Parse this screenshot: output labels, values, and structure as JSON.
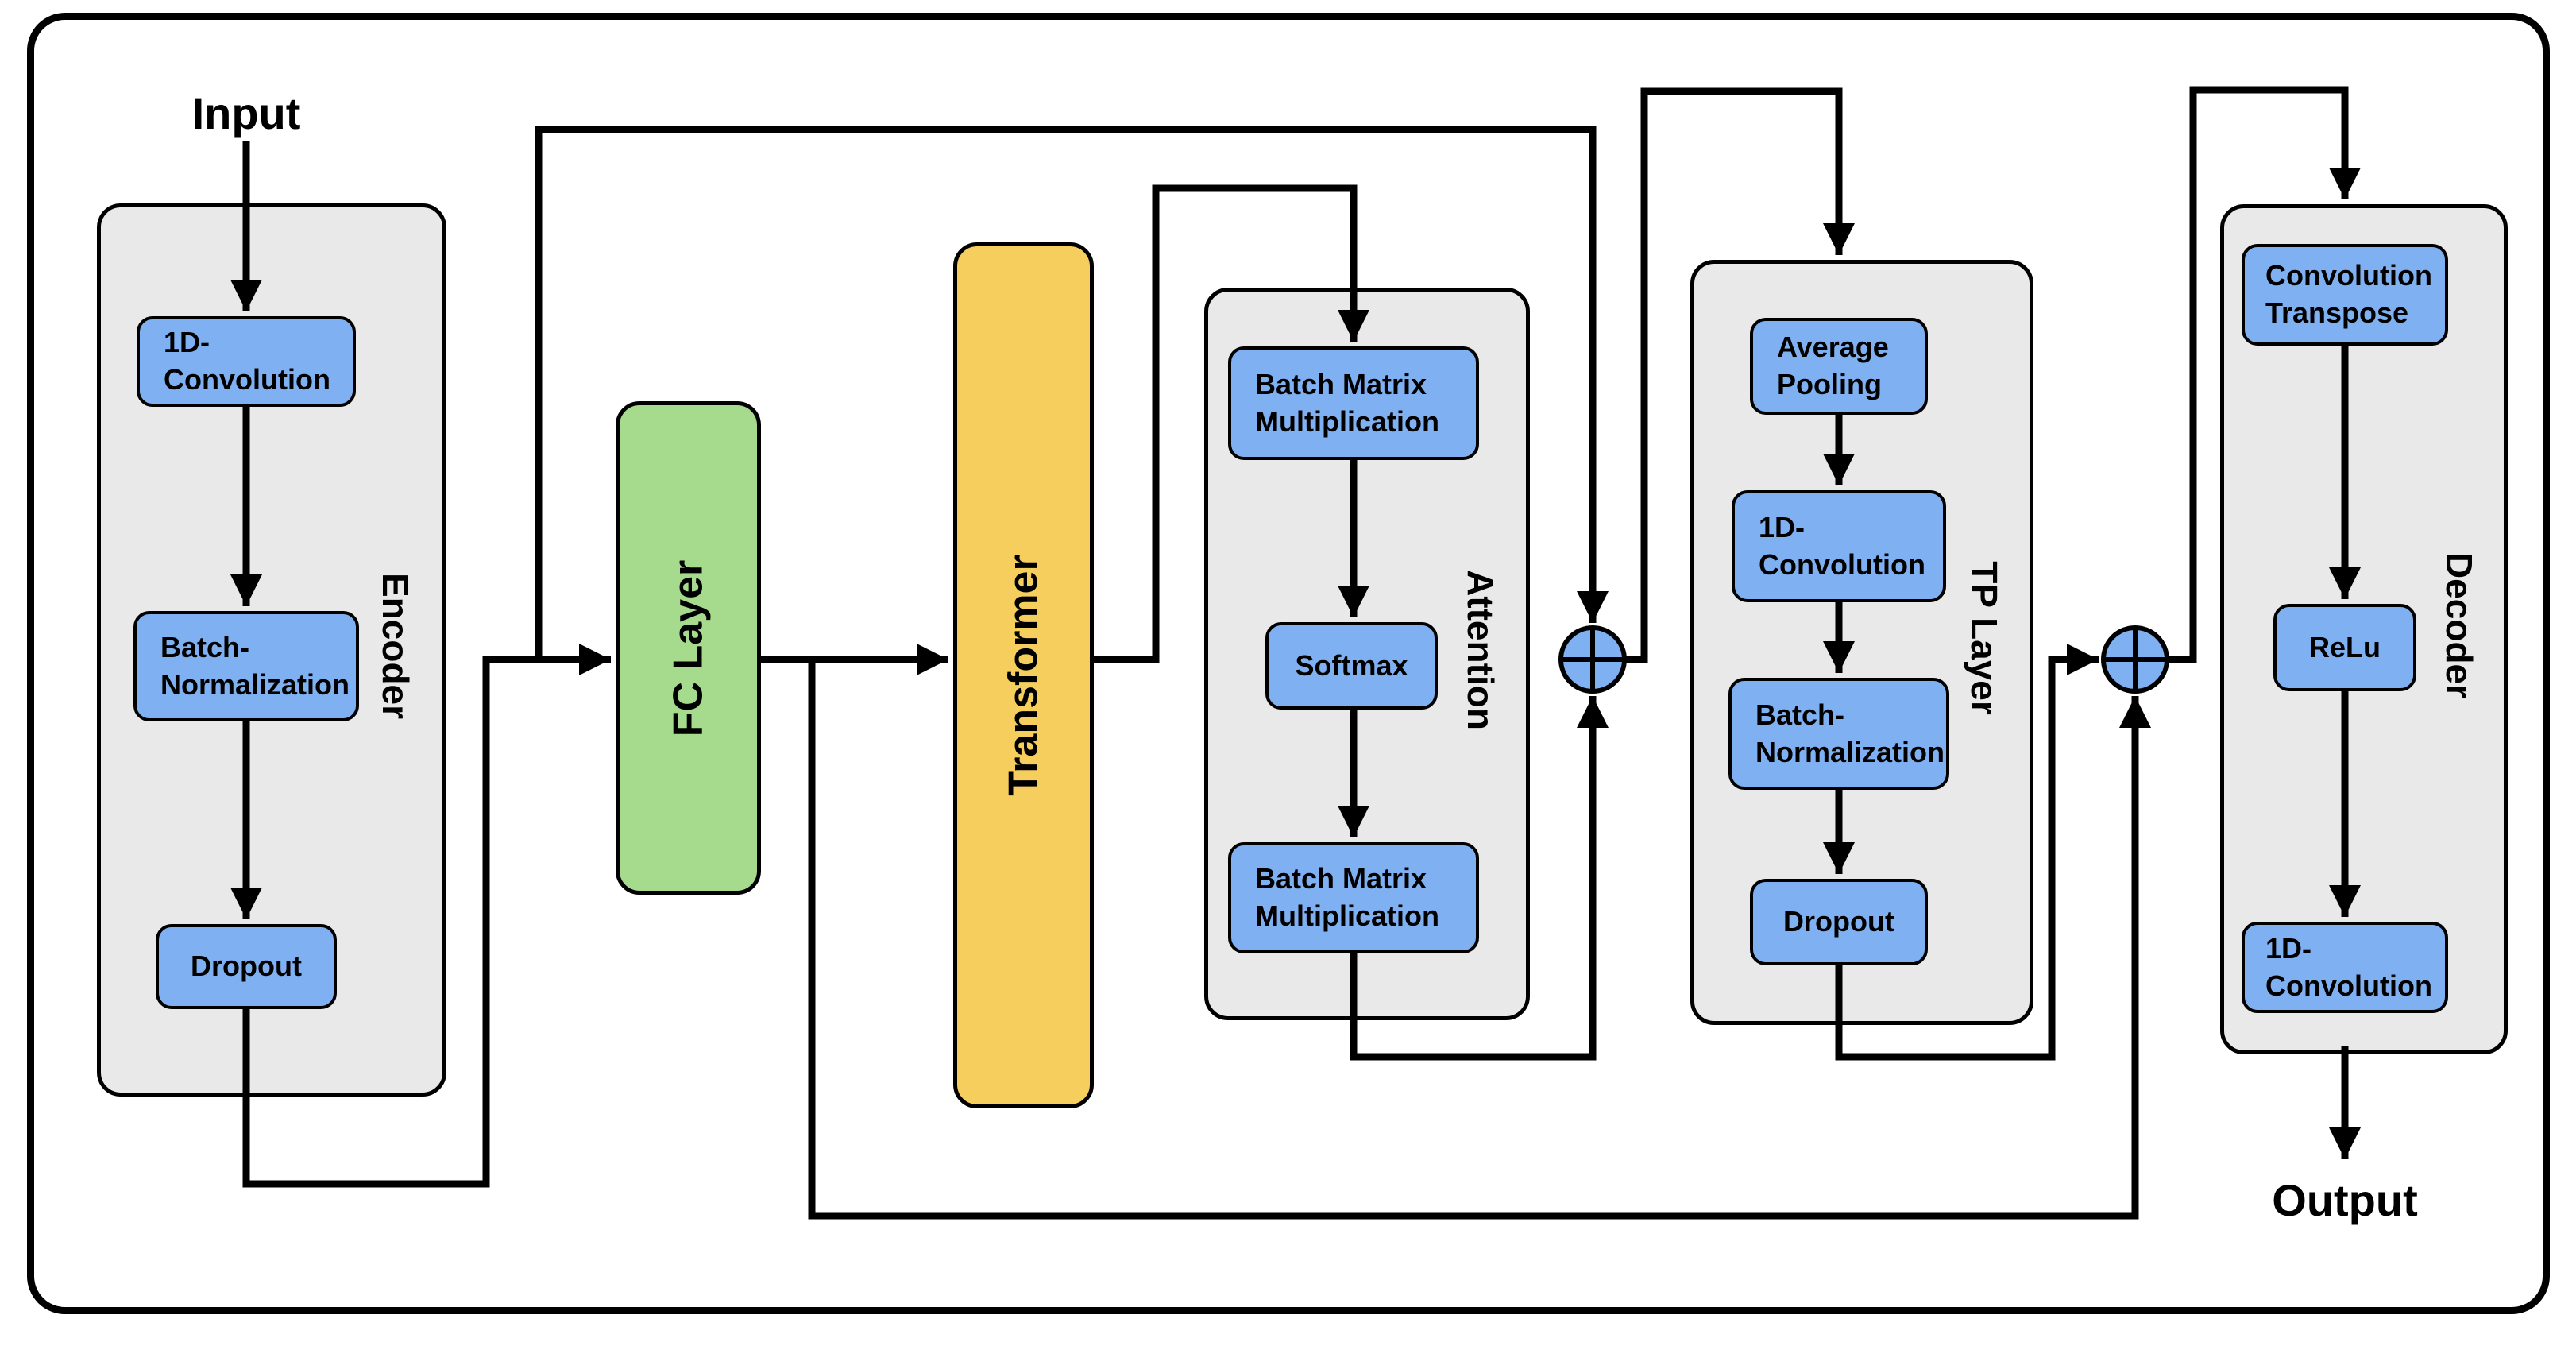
{
  "titles": {
    "input": "Input",
    "output": "Output"
  },
  "groups": {
    "encoder": {
      "label": "Encoder"
    },
    "attention": {
      "label": "Attention"
    },
    "tp_layer": {
      "label": "TP Layer"
    },
    "decoder": {
      "label": "Decoder"
    }
  },
  "blocks": {
    "fc_layer": {
      "label": "FC Layer"
    },
    "transformer": {
      "label": "Transformer"
    },
    "encoder_conv1d": {
      "label": "1D-\nConvolution"
    },
    "encoder_batchnorm": {
      "label": "Batch-\nNormalization"
    },
    "encoder_dropout": {
      "label": "Dropout"
    },
    "attention_bmm1": {
      "label": "Batch Matrix\nMultiplication"
    },
    "attention_softmax": {
      "label": "Softmax"
    },
    "attention_bmm2": {
      "label": "Batch Matrix\nMultiplication"
    },
    "tp_avgpool": {
      "label": "Average\nPooling"
    },
    "tp_conv1d": {
      "label": "1D-\nConvolution"
    },
    "tp_batchnorm": {
      "label": "Batch-\nNormalization"
    },
    "tp_dropout": {
      "label": "Dropout"
    },
    "decoder_convtranspose": {
      "label": "Convolution\nTranspose"
    },
    "decoder_relu": {
      "label": "ReLu"
    },
    "decoder_conv1d": {
      "label": "1D-\nConvolution"
    }
  },
  "icons": {
    "sum1": "circled-plus",
    "sum2": "circled-plus"
  },
  "colors": {
    "block_blue": "#7FB1F2",
    "fc_green": "#A6DA8C",
    "transformer_yellow": "#F6CE5E",
    "group_gray": "#E9E9E9",
    "line_black": "#000000",
    "background": "#FFFFFF"
  }
}
